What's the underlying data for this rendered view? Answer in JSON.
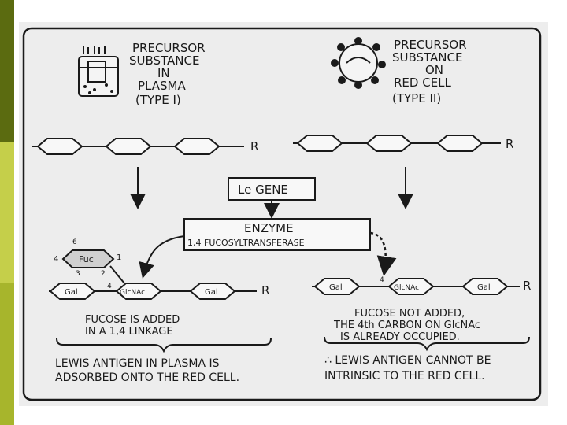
{
  "diagram": {
    "left_title": [
      "PRECURSOR",
      "SUBSTANCE",
      "IN",
      "PLASMA",
      "(TYPE I)"
    ],
    "right_title": [
      "PRECURSOR",
      "SUBSTANCE",
      "ON",
      "RED CELL",
      "(TYPE II)"
    ],
    "chain_end_label": "R",
    "gene_label": "Le GENE",
    "enzyme_label": "ENZYME",
    "enzyme_name": "1,4 FUCOSYLTRANSFERASE",
    "fuc_label": "Fuc",
    "gal_label": "Gal",
    "glcnac_label": "GlcNAc",
    "carbon_numbers": {
      "c1": "1",
      "c2": "2",
      "c3": "3",
      "c4": "4",
      "c6": "6"
    },
    "left_note": [
      "FUCOSE IS ADDED",
      "IN A 1,4 LINKAGE"
    ],
    "right_note": [
      "FUCOSE NOT ADDED,",
      "THE 4th CARBON ON GlcNAc",
      "IS ALREADY OCCUPIED."
    ],
    "left_conclusion": [
      "LEWIS ANTIGEN IN PLASMA IS",
      "ADSORBED ONTO THE RED CELL."
    ],
    "right_conclusion": [
      "∴ LEWIS ANTIGEN CANNOT BE",
      "INTRINSIC TO THE RED CELL."
    ]
  }
}
